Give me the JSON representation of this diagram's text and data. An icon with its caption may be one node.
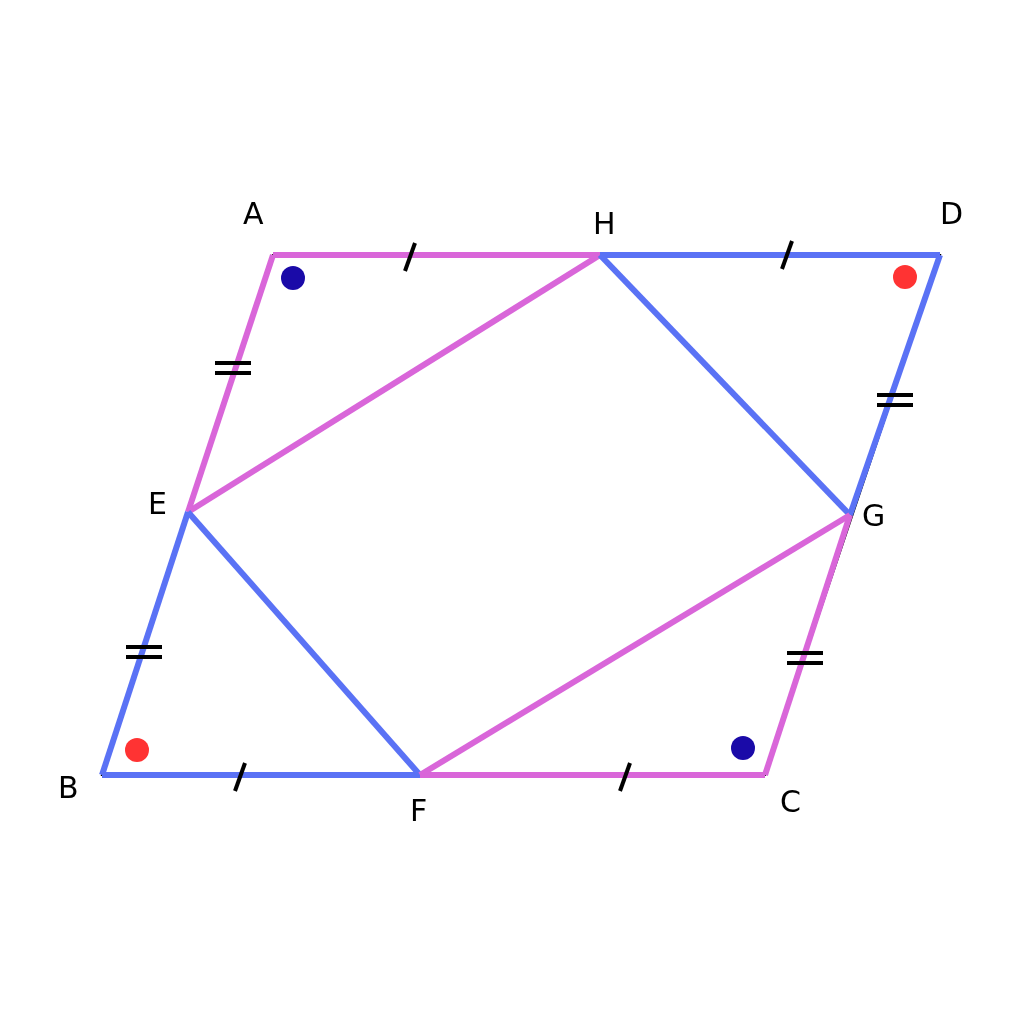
{
  "diagram": {
    "nodes": [
      {
        "text": [
          "A"
        ]
      },
      {
        "text": [
          "H"
        ]
      },
      {
        "text": [
          "D"
        ]
      },
      {
        "text": [
          "E"
        ]
      },
      {
        "text": [
          "G"
        ]
      },
      {
        "text": [
          "B"
        ]
      },
      {
        "text": [
          "F"
        ]
      },
      {
        "text": [
          "C"
        ]
      }
    ],
    "edges": [
      {
        "from": 0,
        "to": 1,
        "arrow": "none",
        "color": "#d966d9"
      },
      {
        "from": 1,
        "to": 3,
        "arrow": "none",
        "color": "#d966d9"
      },
      {
        "from": 3,
        "to": 0,
        "arrow": "none",
        "color": "#d966d9"
      },
      {
        "from": 1,
        "to": 2,
        "arrow": "none",
        "color": "#5a72f5"
      },
      {
        "from": 2,
        "to": 4,
        "arrow": "none",
        "color": "#5a72f5"
      },
      {
        "from": 4,
        "to": 1,
        "arrow": "none",
        "color": "#5a72f5"
      },
      {
        "from": 3,
        "to": 5,
        "arrow": "none",
        "color": "#5a72f5"
      },
      {
        "from": 5,
        "to": 6,
        "arrow": "none",
        "color": "#5a72f5"
      },
      {
        "from": 6,
        "to": 3,
        "arrow": "none",
        "color": "#5a72f5"
      },
      {
        "from": 6,
        "to": 7,
        "arrow": "none",
        "color": "#d966d9"
      },
      {
        "from": 7,
        "to": 4,
        "arrow": "none",
        "color": "#d966d9"
      },
      {
        "from": 4,
        "to": 6,
        "arrow": "none",
        "color": "#d966d9"
      }
    ]
  }
}
